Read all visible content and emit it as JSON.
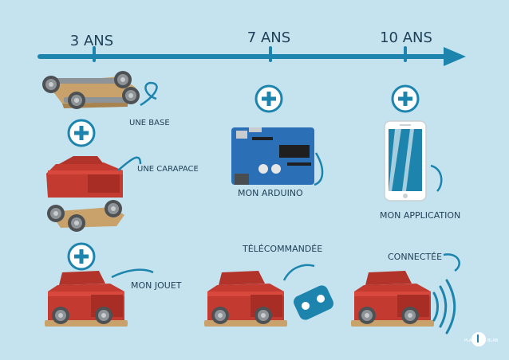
{
  "timeline": {
    "ages": [
      "3 ANS",
      "7 ANS",
      "10 ANS"
    ]
  },
  "stage1": {
    "base_label": "UNE BASE",
    "carapace_label": "UNE CARAPACE",
    "toy_label": "MON JOUET"
  },
  "stage2": {
    "arduino_label": "MON ARDUINO",
    "remote_label": "TÉLÉCOMMANDÉE"
  },
  "stage3": {
    "app_label": "MON APPLICATION",
    "connected_label": "CONNECTÉE"
  },
  "footer": {
    "logo_left": "PLAY",
    "logo_right": "BLAB"
  },
  "colors": {
    "background": "#c5e3ef",
    "accent": "#1d84ad",
    "text": "#1e3f55",
    "car_red": "#c23a30",
    "board_blue": "#2b6fb6"
  }
}
